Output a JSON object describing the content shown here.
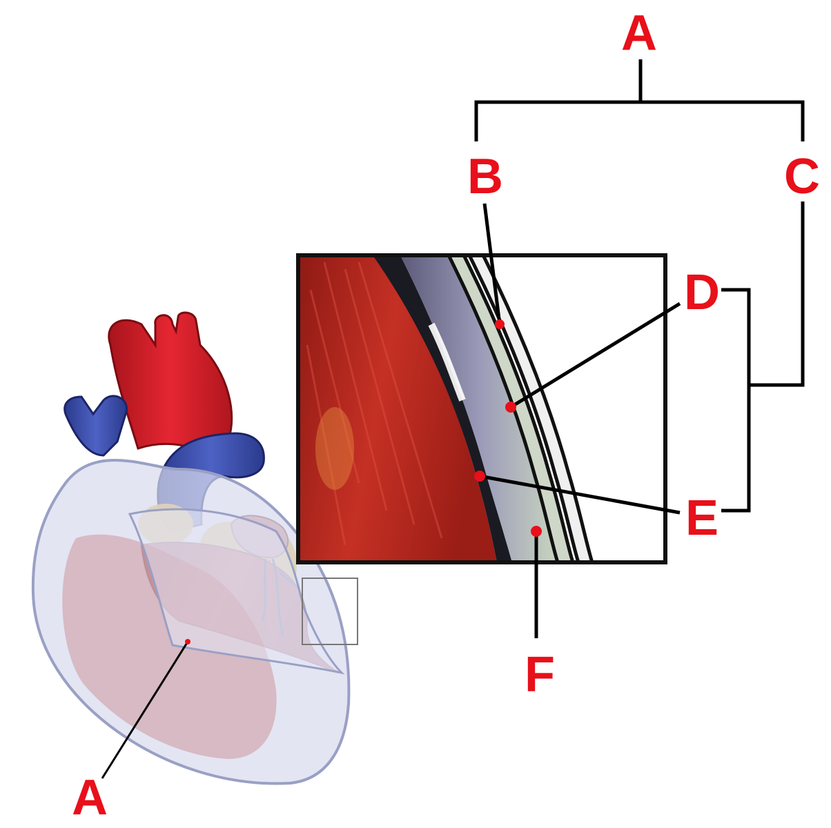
{
  "labels": {
    "A_top": "A",
    "B": "B",
    "C": "C",
    "D": "D",
    "E": "E",
    "F": "F",
    "A_bottom": "A"
  },
  "colors": {
    "label": "#e8101a",
    "line": "#000000",
    "marker": "#e8101a",
    "myocardium": "#b5261f",
    "aorta": "#d8202a",
    "vein": "#3a4fb0",
    "fat": "#e8b830",
    "sac": "#d8dbee"
  }
}
